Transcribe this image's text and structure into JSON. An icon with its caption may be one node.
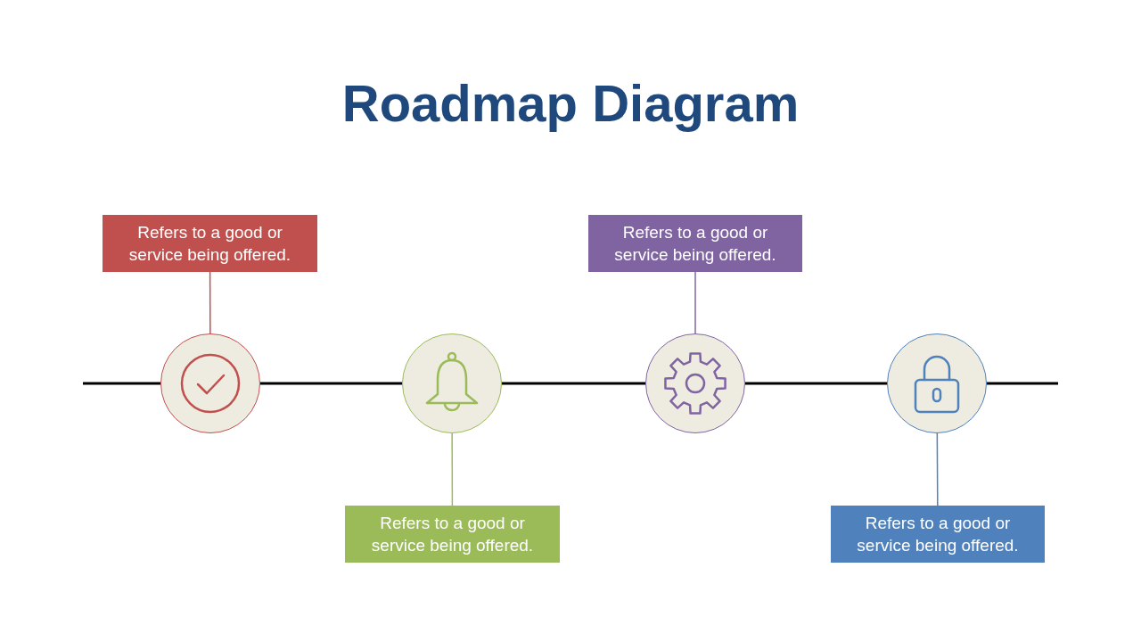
{
  "diagram": {
    "title": "Roadmap Diagram",
    "nodes": [
      {
        "text": [
          "Refers to a good or service being offered."
        ]
      },
      {
        "text": [
          "Refers to a good or service being offered."
        ]
      },
      {
        "text": [],
        "shape": "circle"
      },
      {
        "text": [],
        "shape": "circle"
      },
      {
        "text": [],
        "shape": "circle"
      },
      {
        "text": [],
        "shape": "circle"
      },
      {
        "text": [
          "Refers to a good or service being offered."
        ]
      },
      {
        "text": [
          "Refers to a good or service being offered."
        ]
      }
    ],
    "edges": [
      {
        "from": null,
        "to": 2,
        "arrow": "none"
      },
      {
        "from": 2,
        "to": 3,
        "arrow": "none"
      },
      {
        "from": 3,
        "to": 4,
        "arrow": "none"
      },
      {
        "from": 4,
        "to": 5,
        "arrow": "none"
      },
      {
        "from": 5,
        "to": null,
        "arrow": "none"
      },
      {
        "from": 0,
        "to": 2,
        "arrow": "none",
        "color": "#c0504d"
      },
      {
        "from": 1,
        "to": 4,
        "arrow": "none",
        "color": "#8064a2"
      },
      {
        "from": 3,
        "to": 6,
        "arrow": "none",
        "color": "#9bbb59"
      },
      {
        "from": 5,
        "to": 7,
        "arrow": "none",
        "color": "#4f81bd"
      }
    ]
  }
}
